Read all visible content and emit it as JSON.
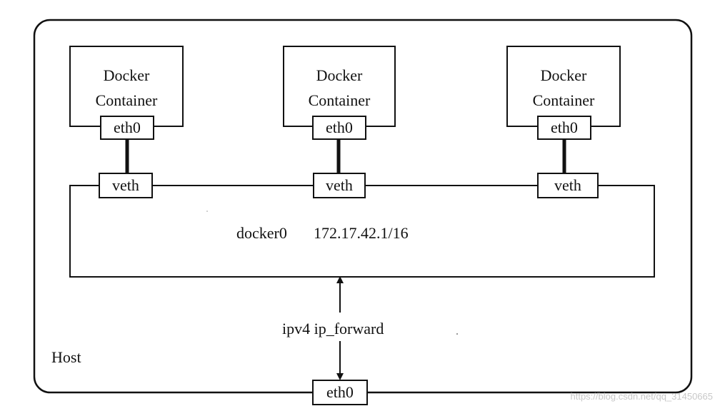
{
  "containers": [
    {
      "title_line1": "Docker",
      "title_line2": "Container",
      "eth_label": "eth0",
      "veth_label": "veth"
    },
    {
      "title_line1": "Docker",
      "title_line2": "Container",
      "eth_label": "eth0",
      "veth_label": "veth"
    },
    {
      "title_line1": "Docker",
      "title_line2": "Container",
      "eth_label": "eth0",
      "veth_label": "veth"
    }
  ],
  "bridge": {
    "name": "docker0",
    "address": "172.17.42.1/16"
  },
  "forward_label": "ipv4 ip_forward",
  "host_label": "Host",
  "host_eth_label": "eth0",
  "watermark": "https://blog.csdn.net/qq_31450665"
}
